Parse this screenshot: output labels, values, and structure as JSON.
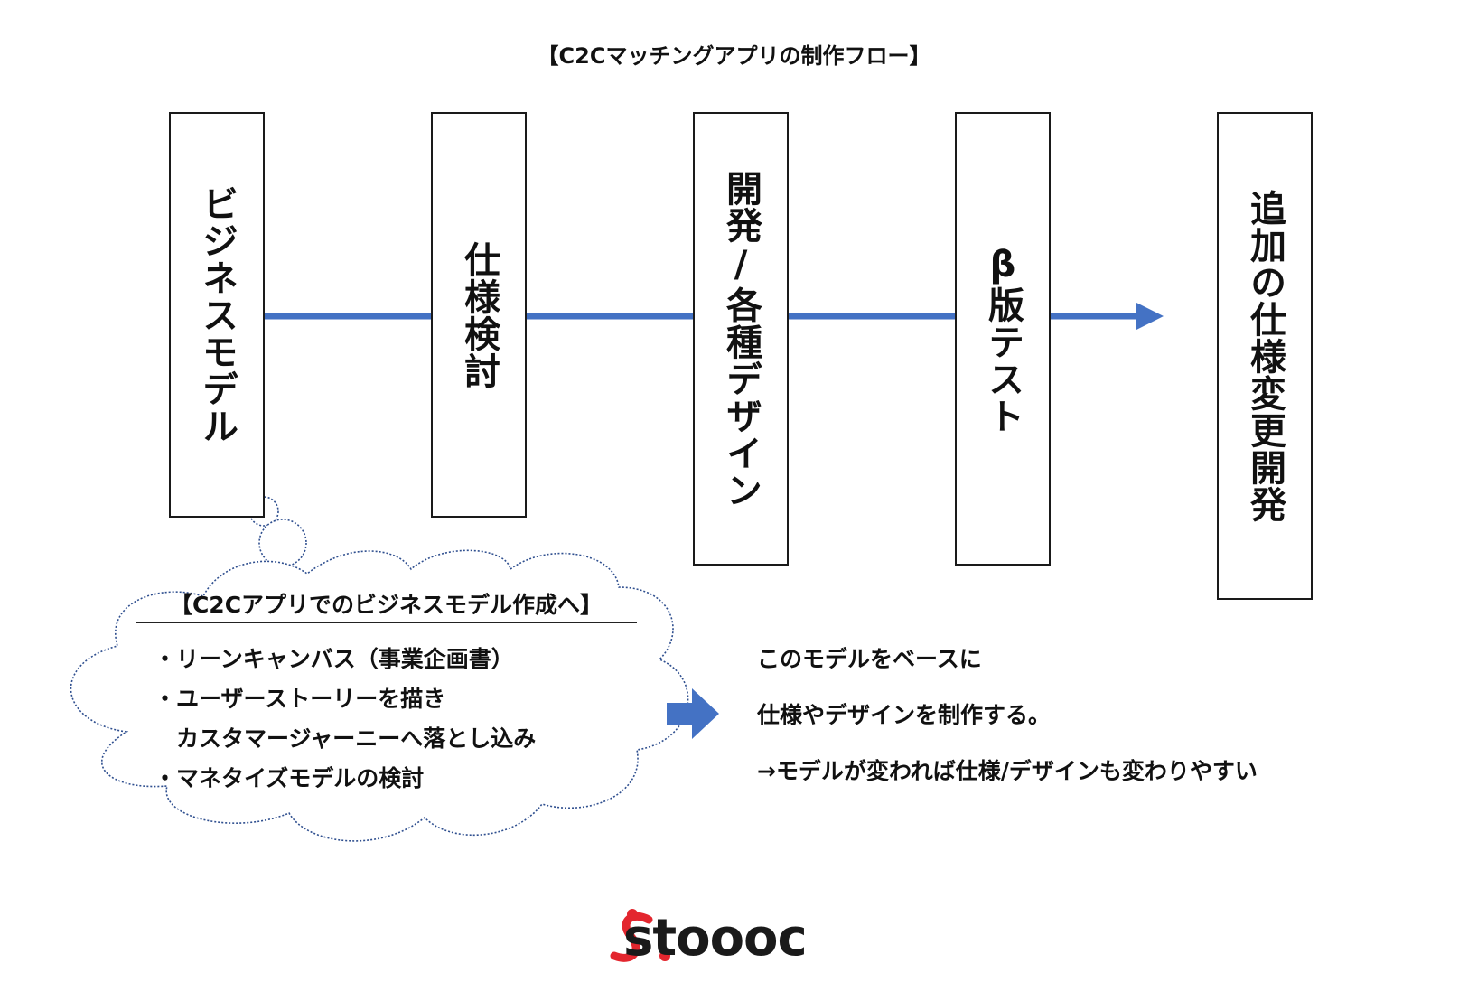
{
  "title": "【C2Cマッチングアプリの制作フロー】",
  "stages": [
    {
      "label": "ビジネスモデル"
    },
    {
      "label": "仕様検討"
    },
    {
      "label": "開発/各種デザイン"
    },
    {
      "label": "β版テスト"
    },
    {
      "label": "追加の仕様変更開発"
    }
  ],
  "cloud": {
    "title": "【C2Cアプリでのビジネスモデル作成へ】",
    "items": [
      "・リーンキャンバス（事業企画書）",
      "・ユーザーストーリーを描き",
      "　カスタマージャーニーへ落とし込み",
      "・マネタイズモデルの検討"
    ]
  },
  "notes": [
    "このモデルをベースに",
    "仕様やデザインを制作する。",
    "→モデルが変われば仕様/デザインも変わりやすい"
  ],
  "logo": {
    "text": "stoooc"
  },
  "colors": {
    "arrow": "#4472C4",
    "cloud": "#2F4F8F",
    "logo_red": "#E3262E"
  }
}
